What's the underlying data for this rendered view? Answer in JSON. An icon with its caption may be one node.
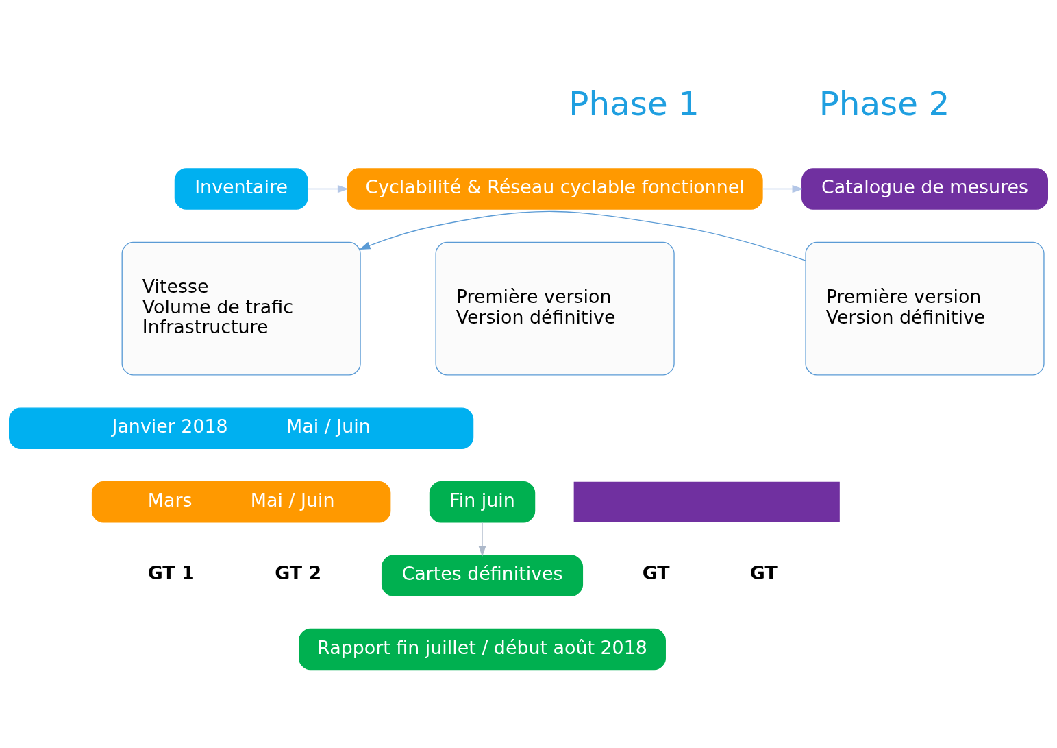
{
  "diagram": {
    "nodes": [
      {
        "text": [
          "Inventaire"
        ]
      },
      {
        "text": [
          "Vitesse",
          "Volume de trafic",
          "Infrastructure"
        ]
      },
      {
        "text": [
          "Cyclabilité & Réseau cyclable fonctionnel"
        ]
      },
      {
        "text": [
          "Première version",
          "Version définitive"
        ]
      },
      {
        "text": [
          "Catalogue de mesures"
        ]
      },
      {
        "text": [
          "Première version",
          "Version définitive"
        ]
      },
      {
        "text": [
          "Janvier 2018",
          "Mai / Juin"
        ]
      },
      {
        "text": [
          "Mars",
          "Mai / Juin"
        ]
      },
      {
        "text": [
          "Fin juin"
        ]
      },
      {
        "text": [],
        "shape": "bar"
      },
      {
        "text": [
          "Cartes définitives"
        ]
      },
      {
        "text": [
          "Rapport fin juillet / début août 2018"
        ]
      }
    ],
    "edges": [
      {
        "from": 0,
        "to": 2,
        "arrow": "to",
        "color": "#b4c7e7"
      },
      {
        "from": 2,
        "to": 4,
        "arrow": "to",
        "color": "#b4c7e7"
      },
      {
        "from": 5,
        "to": 1,
        "arrow": "to"
      },
      {
        "from": 8,
        "to": 10,
        "arrow": "to",
        "color": "#adb9ca"
      }
    ],
    "labels": [
      "Phase 1",
      "Phase 2",
      "GT 1",
      "GT 2",
      "GT",
      "GT"
    ]
  }
}
